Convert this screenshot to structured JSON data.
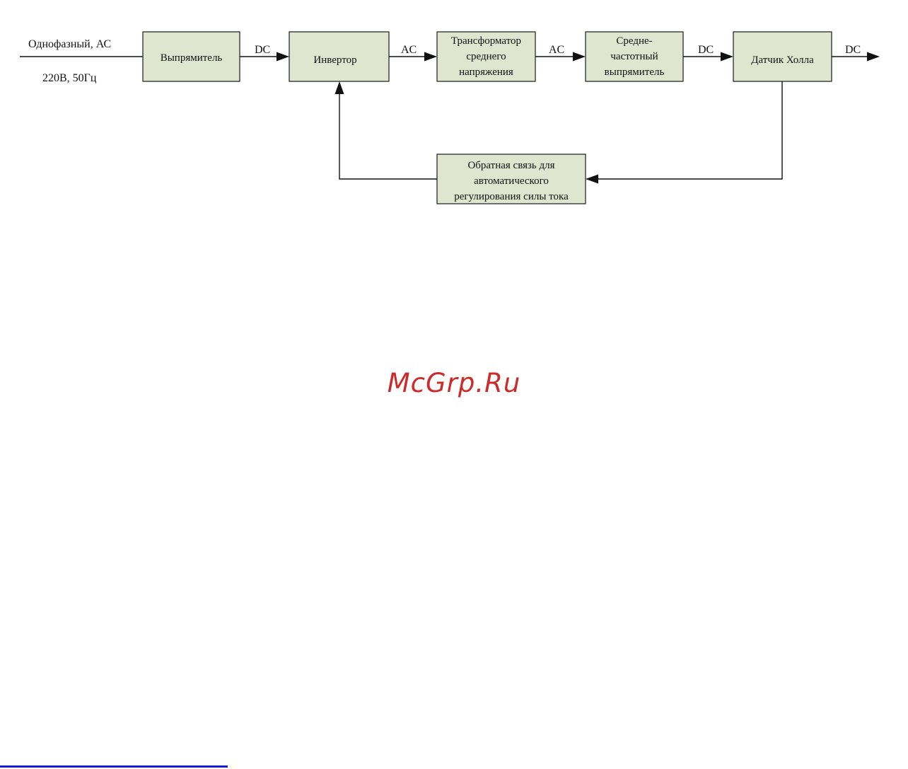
{
  "colors": {
    "box_fill": "#dfe6cf",
    "box_stroke": "#2a2a2a",
    "line": "#111111",
    "watermark": "#cc2b2b",
    "bottom_rule": "#1b1bd6"
  },
  "input": {
    "line1": "Однофазный,  АС",
    "line2": "220В,   50Гц"
  },
  "blocks": {
    "rectifier": "Выпрямитель",
    "inverter": "Инвертор",
    "transformer": [
      "Трансформатор",
      "среднего",
      "напряжения"
    ],
    "mf_rectifier": [
      "Средне-",
      "частотный",
      "выпрямитель"
    ],
    "hall_sensor": "Датчик Холла",
    "feedback": [
      "Обратная связь для",
      "автоматического",
      "регулирования силы тока"
    ]
  },
  "signals": {
    "s1": "DC",
    "s2": "AC",
    "s3": "AC",
    "s4": "DC",
    "s5": "DC"
  },
  "watermark": {
    "text": "McGrp.Ru",
    "icon": "watermark-logo-text"
  }
}
